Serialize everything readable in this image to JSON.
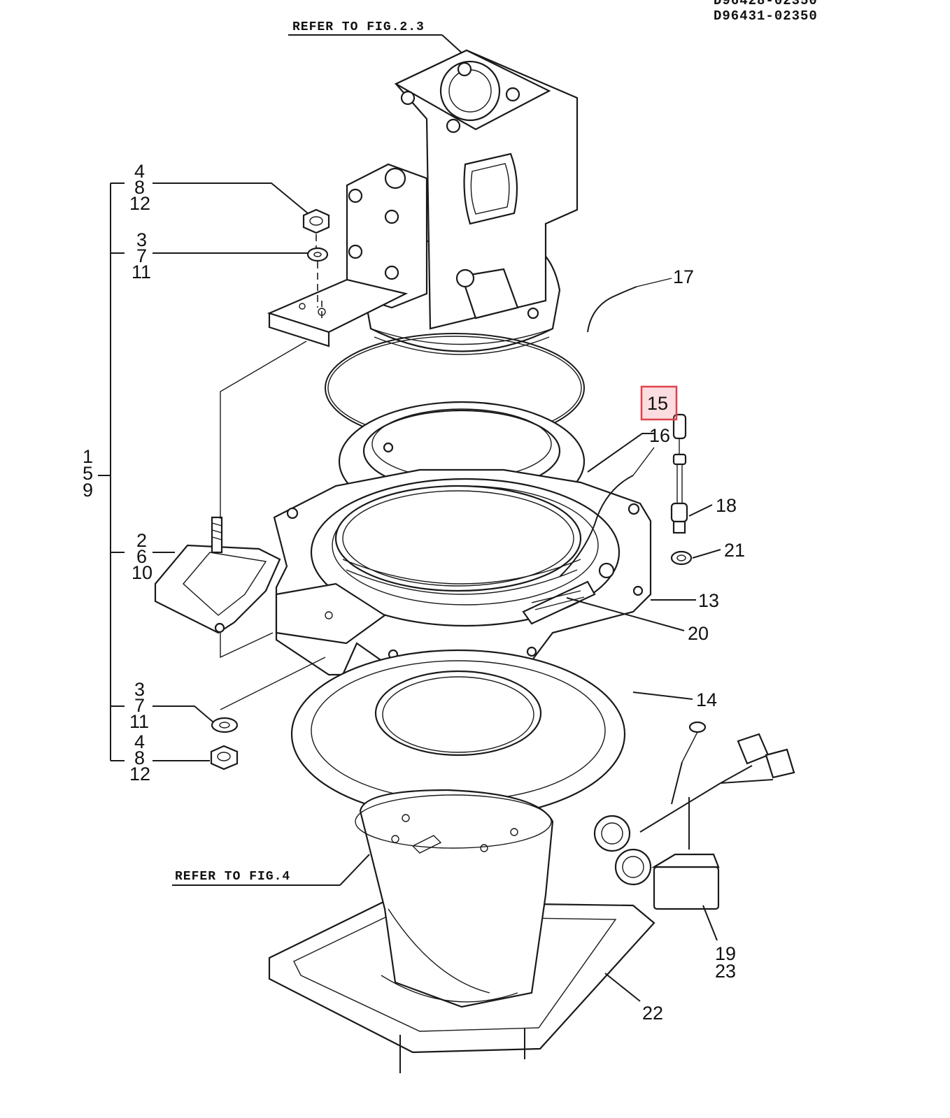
{
  "header": {
    "code_line1": "D96428-02350",
    "code_line2": "D96431-02350"
  },
  "references": {
    "top": "REFER TO FIG.2.3",
    "bottom": "REFER TO FIG.4"
  },
  "callouts": {
    "c13": "13",
    "c14": "14",
    "c15": "15",
    "c16": "16",
    "c17": "17",
    "c18": "18",
    "c20": "20",
    "c21": "21",
    "c22": "22",
    "c19_23": [
      "19",
      "23"
    ],
    "c4_8_12_top": [
      "4",
      "8",
      "12"
    ],
    "c3_7_11_top": [
      "3",
      "7",
      "11"
    ],
    "c1_5_9": [
      "1",
      "5",
      "9"
    ],
    "c2_6_10": [
      "2",
      "6",
      "10"
    ],
    "c3_7_11_bottom": [
      "3",
      "7",
      "11"
    ],
    "c4_8_12_bottom": [
      "4",
      "8",
      "12"
    ]
  },
  "highlighted_callout": "15",
  "colors": {
    "highlight": "#e0414a",
    "ink": "#1a1a1a"
  }
}
